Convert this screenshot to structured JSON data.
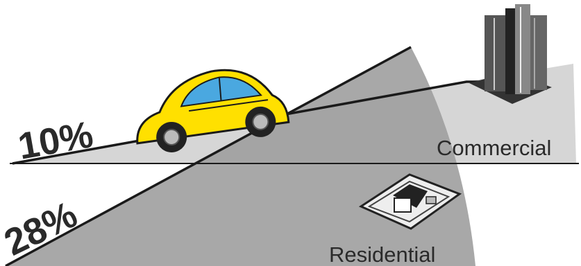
{
  "labels": {
    "upper_grade": "10%",
    "lower_grade": "28%",
    "upper_zone": "Commercial",
    "lower_zone": "Residential"
  },
  "icons": {
    "vehicle": "car-icon",
    "upper_building": "skyscraper-icon",
    "lower_building": "house-icon"
  },
  "colors": {
    "upper_slope_fill": "#d6d6d6",
    "lower_slope_fill": "#9e9e9e",
    "car_body": "#ffe000",
    "car_window": "#4aa8e0",
    "line": "#1a1a1a"
  }
}
